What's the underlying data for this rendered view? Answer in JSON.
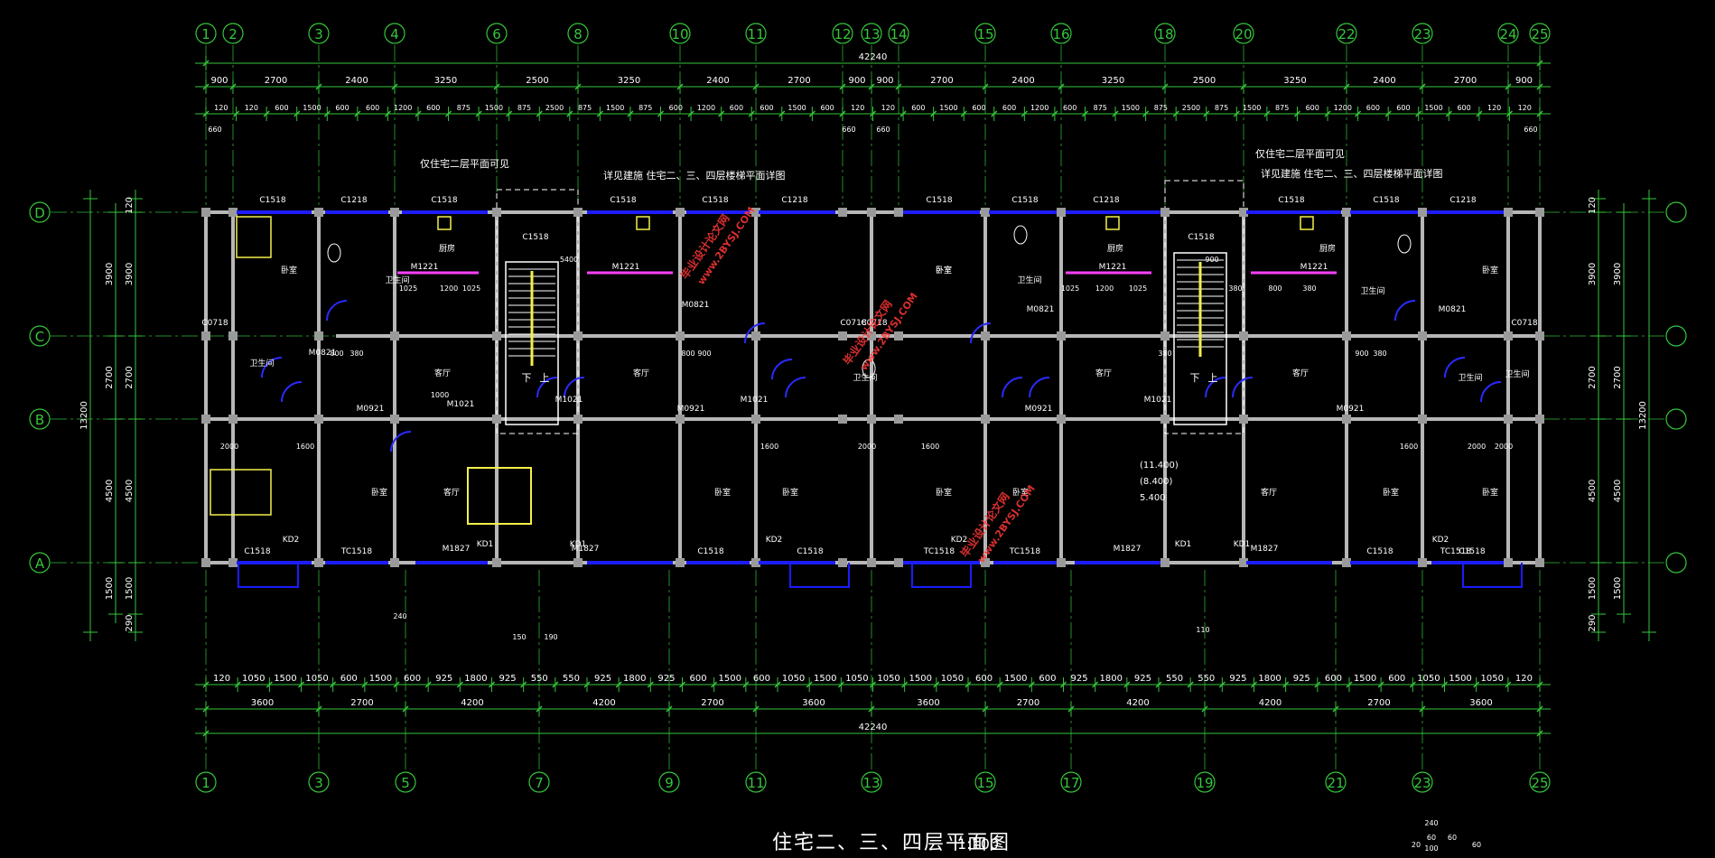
{
  "title": "住宅二、三、四层平面图",
  "scale": "1:100",
  "colors": {
    "axis": "#35c63a",
    "wall": "#b7b7b7",
    "window": "#1c1cff",
    "text": "#ffffff",
    "door": "#2a2aff",
    "furniture": "#f3f04a",
    "watermark": "#ff3838",
    "kitchen": "#ff40ff"
  },
  "axes": {
    "top": [
      "1",
      "2",
      "3",
      "4",
      "6",
      "8",
      "10",
      "11",
      "12",
      "13",
      "14",
      "15",
      "16",
      "18",
      "20",
      "22",
      "23",
      "24",
      "25"
    ],
    "bottom": [
      "1",
      "3",
      "5",
      "7",
      "9",
      "11",
      "13",
      "15",
      "17",
      "19",
      "21",
      "23",
      "25"
    ],
    "rows": [
      "D",
      "C",
      "B",
      "A"
    ]
  },
  "dims": {
    "total": "42240",
    "top_row1": [
      "900",
      "2700",
      "2400",
      "3250",
      "2500",
      "3250",
      "2400",
      "2700",
      "900",
      "900",
      "2700",
      "2400",
      "3250",
      "2500",
      "3250",
      "2400",
      "2700",
      "900"
    ],
    "top_row2": [
      "120",
      "120",
      "600",
      "1500",
      "600",
      "600",
      "1200",
      "600",
      "875",
      "1500",
      "875",
      "2500",
      "875",
      "1500",
      "875",
      "600",
      "1200",
      "600",
      "600",
      "1500",
      "600",
      "120",
      "120",
      "600",
      "1500",
      "600",
      "600",
      "1200",
      "600",
      "875",
      "1500",
      "875",
      "2500",
      "875",
      "1500",
      "875",
      "600",
      "1200",
      "600",
      "600",
      "1500",
      "600",
      "120",
      "120"
    ],
    "top_small": [
      "660",
      "660",
      "660",
      "660"
    ],
    "bottom_row1": [
      "120",
      "1050",
      "1500",
      "1050",
      "600",
      "1500",
      "600",
      "925",
      "1800",
      "925",
      "550",
      "550",
      "925",
      "1800",
      "925",
      "600",
      "1500",
      "600",
      "1050",
      "1500",
      "1050",
      "1050",
      "1500",
      "1050",
      "600",
      "1500",
      "600",
      "925",
      "1800",
      "925",
      "550",
      "550",
      "925",
      "1800",
      "925",
      "600",
      "1500",
      "600",
      "1050",
      "1500",
      "1050",
      "120"
    ],
    "bottom_row2": [
      "3600",
      "2700",
      "4200",
      "4200",
      "2700",
      "3600",
      "3600",
      "2700",
      "4200",
      "4200",
      "2700",
      "3600"
    ],
    "left_outer": [
      "120",
      "3900",
      "2700",
      "4500",
      "1500",
      "290"
    ],
    "left_inner": [
      "3900",
      "2700",
      "4500",
      "1500"
    ],
    "left_total": "13200",
    "right_outer": [
      "120",
      "3900",
      "2700",
      "4500",
      "1500",
      "290"
    ],
    "right_inner": [
      "3900",
      "2700",
      "4500",
      "1500"
    ],
    "right_total": "13200"
  },
  "notes": [
    "仅住宅二层平面可见",
    "详见建施 住宅二、三、四层楼梯平面详图",
    "仅住宅二层平面可见",
    "详见建施 住宅二、三、四层楼梯平面详图"
  ],
  "elevations": [
    "(11.400)",
    "(8.400)",
    "5.400"
  ],
  "room_labels": [
    "卧室",
    "卫生间",
    "厨房",
    "客厅",
    "卫生间",
    "卧室",
    "客厅",
    "客厅",
    "卧室",
    "卧室",
    "卫生间",
    "卧室",
    "卧室",
    "卧室",
    "厨房",
    "卫生间",
    "客厅",
    "客厅",
    "卧室",
    "卫生间",
    "厨房",
    "卫生间",
    "客厅",
    "卧室",
    "卧室",
    "卫生间",
    "卧室"
  ],
  "window_labels": [
    "C1518",
    "C1218",
    "C1518",
    "C1518",
    "C1518",
    "C1218",
    "C1518",
    "C1518",
    "C1218",
    "C1518",
    "C1518",
    "C1218",
    "C1518",
    "C1518",
    "C1518",
    "TC1518",
    "C1518",
    "C1518",
    "TC1518",
    "TC1518",
    "C1518",
    "C1518",
    "TC1518",
    "C0718",
    "C0718",
    "C0718",
    "C0718"
  ],
  "door_labels": [
    "M1221",
    "M1221",
    "M1221",
    "M1221",
    "M0821",
    "M0821",
    "M0821",
    "M0821",
    "M0921",
    "M0921",
    "M0921",
    "M0921",
    "M1021",
    "M1021",
    "M1021",
    "M1021",
    "M1827",
    "M1827",
    "M1827",
    "M1827",
    "KD1",
    "KD1",
    "KD1",
    "KD1",
    "KD2",
    "KD2",
    "KD2",
    "KD2"
  ],
  "misc_dims": [
    "1025",
    "1200",
    "1025",
    "1025",
    "1200",
    "1025",
    "380",
    "800",
    "380",
    "800",
    "380",
    "800",
    "900",
    "380",
    "900",
    "380",
    "1600",
    "2000",
    "1600",
    "2000",
    "1600",
    "2000",
    "1600",
    "2000",
    "240",
    "150",
    "190",
    "110",
    "5400",
    "900",
    "1000"
  ],
  "stair_labels": [
    "下",
    "上",
    "下",
    "上"
  ],
  "watermarks": [
    "毕业设计论文网",
    "www.2BYSJ.COM"
  ],
  "legend_dims": [
    "240",
    "60",
    "60",
    "20",
    "100",
    "60"
  ]
}
